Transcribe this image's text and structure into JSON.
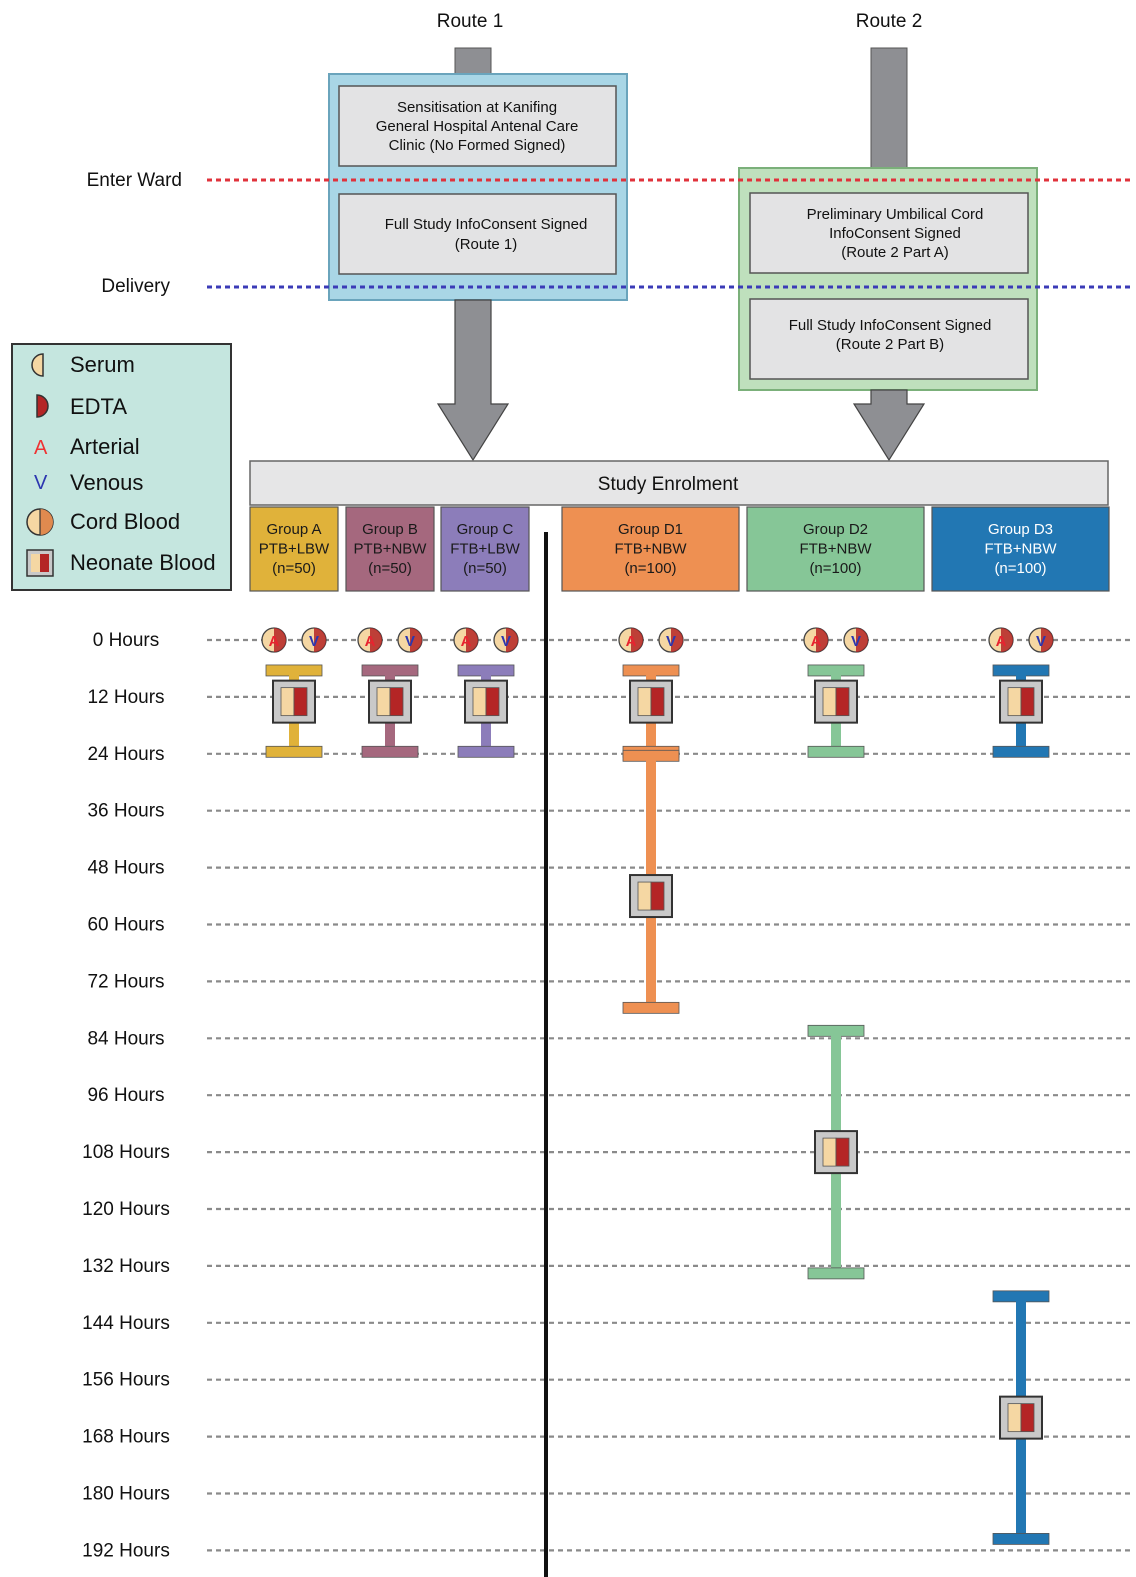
{
  "routes": {
    "route1": {
      "title": "Route 1",
      "box1": [
        "Sensitisation at Kanifing",
        "General Hospital Antenal Care",
        "Clinic (No Formed Signed)"
      ],
      "box2": [
        "Full Study InfoConsent Signed",
        "(Route 1)"
      ]
    },
    "route2": {
      "title": "Route 2",
      "box1": [
        "Preliminary Umbilical Cord",
        "InfoConsent Signed",
        "(Route 2 Part A)"
      ],
      "box2": [
        "Full Study InfoConsent Signed",
        "(Route 2 Part B)"
      ]
    }
  },
  "phases": {
    "enter_ward": "Enter Ward",
    "delivery": "Delivery"
  },
  "enrolment": "Study Enrolment",
  "groups": [
    {
      "id": "A",
      "lines": [
        "Group A",
        "PTB+LBW",
        "(n=50)"
      ],
      "color": "#e0b23a",
      "span_hours": [
        12,
        24
      ],
      "sample_hour": 18
    },
    {
      "id": "B",
      "lines": [
        "Group B",
        "PTB+NBW",
        "(n=50)"
      ],
      "color": "#a5687e",
      "span_hours": [
        12,
        24
      ],
      "sample_hour": 18
    },
    {
      "id": "C",
      "lines": [
        "Group C",
        "FTB+LBW",
        "(n=50)"
      ],
      "color": "#8c7dba",
      "span_hours": [
        12,
        24
      ],
      "sample_hour": 18
    },
    {
      "id": "D1",
      "lines": [
        "Group D1",
        "FTB+NBW",
        "(n=100)"
      ],
      "color": "#ee9052",
      "span_hours": [
        12,
        24
      ],
      "sample_hour": 18,
      "second_span": [
        24,
        78
      ],
      "second_sample": 54
    },
    {
      "id": "D2",
      "lines": [
        "Group D2",
        "FTB+NBW",
        "(n=100)"
      ],
      "color": "#86c697",
      "span_hours": [
        12,
        24
      ],
      "sample_hour": 18,
      "second_span": [
        82,
        134
      ],
      "second_sample": 108
    },
    {
      "id": "D3",
      "lines": [
        "Group D3",
        "FTB+NBW",
        "(n=100)"
      ],
      "color": "#2277b3",
      "span_hours": [
        12,
        24
      ],
      "sample_hour": 18,
      "second_span": [
        138,
        190
      ],
      "second_sample": 164
    }
  ],
  "hours": [
    "0 Hours",
    "12 Hours",
    "24 Hours",
    "36 Hours",
    "48 Hours",
    "60 Hours",
    "72 Hours",
    "84 Hours",
    "96 Hours",
    "108 Hours",
    "120 Hours",
    "132 Hours",
    "144 Hours",
    "156 Hours",
    "168 Hours",
    "180 Hours",
    "192 Hours"
  ],
  "legend": {
    "serum": "Serum",
    "edta": "EDTA",
    "arterial": "Arterial",
    "arterial_symbol": "A",
    "venous": "Venous",
    "venous_symbol": "V",
    "cord_blood": "Cord Blood",
    "neonate_blood": "Neonate Blood"
  },
  "colors": {
    "route1_box": "#a9d6e6",
    "route2_box": "#bfe0bd",
    "arrow": "#8e8f93",
    "enter_ward_line": "#e0323b",
    "delivery_line": "#3b3bb7",
    "serum": "#f5d7a3",
    "edta": "#b42525",
    "legend_bg": "#c5e6df"
  }
}
